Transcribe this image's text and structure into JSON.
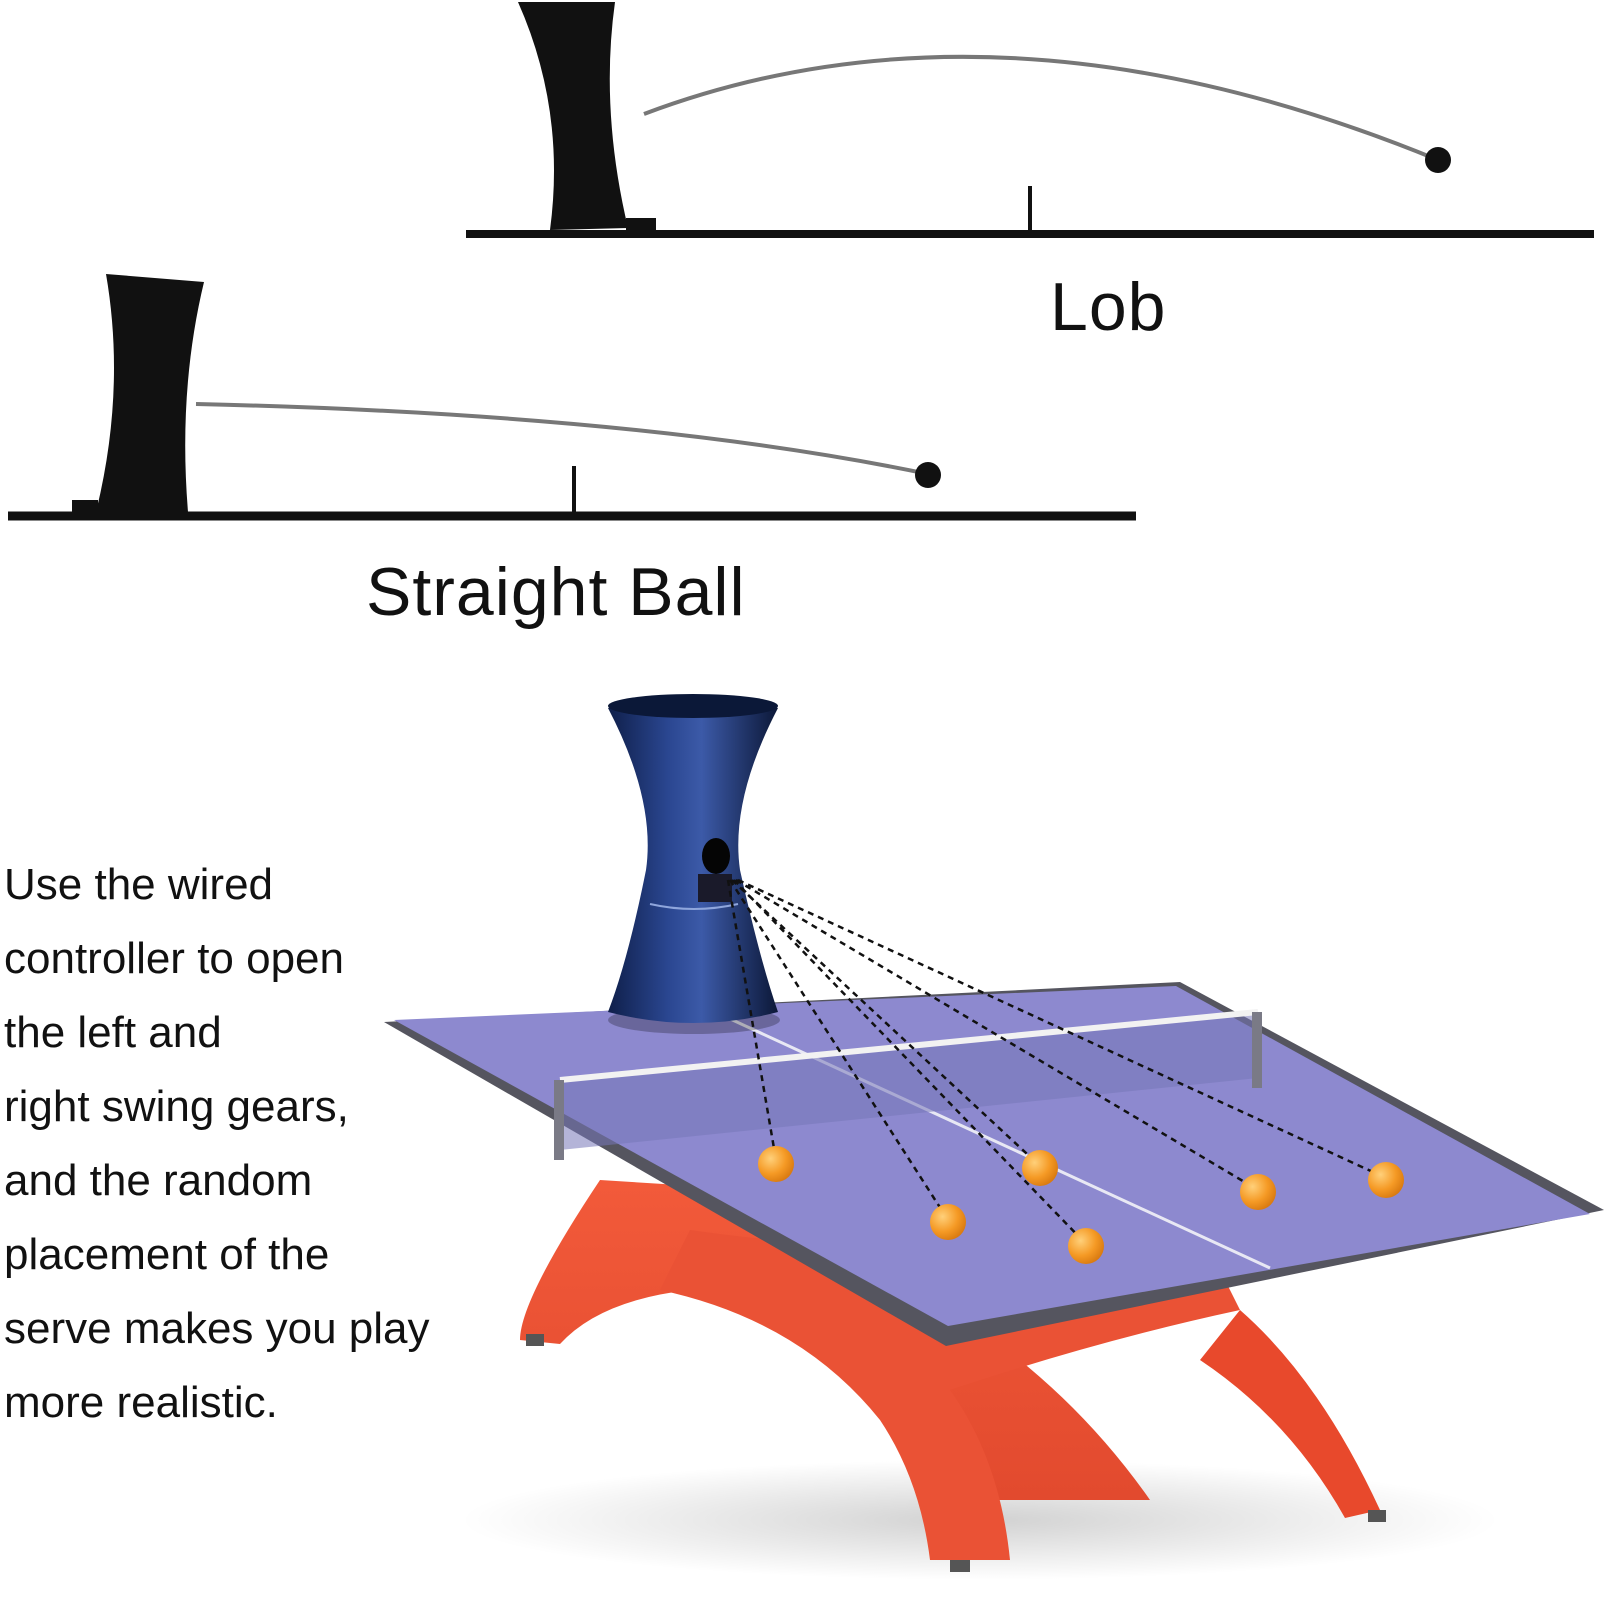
{
  "diagrams": {
    "lob": {
      "label": "Lob"
    },
    "straight": {
      "label": "Straight Ball"
    }
  },
  "description": {
    "lines": [
      "Use the wired",
      "controller to open",
      "the left and",
      "right swing gears,",
      "and the random",
      "placement of the",
      "serve makes you play",
      "more realistic."
    ]
  },
  "colors": {
    "ink": "#111111",
    "trajectory": "#777777",
    "robot_blue": "#1f3572",
    "table_top": "#8a86cc",
    "table_frame": "#5a5a66",
    "table_base": "#ef5a3c",
    "ball": "#f59a25"
  },
  "illustration": {
    "balls": 6,
    "robot_icon": "ping-pong-robot-icon"
  }
}
